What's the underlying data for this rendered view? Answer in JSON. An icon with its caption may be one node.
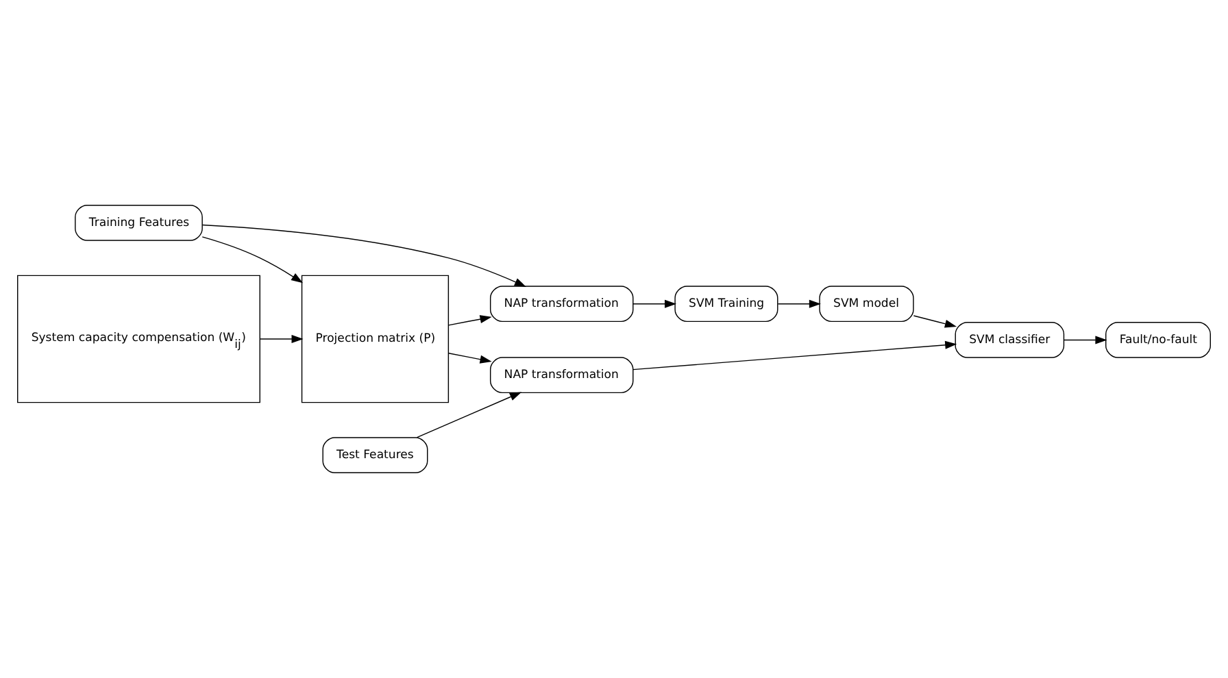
{
  "diagram": {
    "nodes": [
      {
        "text": [
          "System capacity compensation (W$_{ij}$)"
        ]
      },
      {
        "text": [
          "Projection matrix (P)"
        ]
      },
      {
        "text": [
          "Training Features"
        ]
      },
      {
        "text": [
          "NAP transformation"
        ]
      },
      {
        "text": [
          "SVM Training"
        ]
      },
      {
        "text": [
          "SVM model"
        ]
      },
      {
        "text": [
          "NAP transformation"
        ]
      },
      {
        "text": [
          "SVM classifier"
        ]
      },
      {
        "text": [
          "Test Features"
        ]
      },
      {
        "text": [
          "Fault/no-fault"
        ]
      }
    ],
    "edges": [
      {
        "from": 0,
        "to": 1,
        "arrow": "to"
      },
      {
        "from": 2,
        "to": 1,
        "arrow": "to"
      },
      {
        "from": 2,
        "to": 3,
        "arrow": "to"
      },
      {
        "from": 1,
        "to": 3,
        "arrow": "to"
      },
      {
        "from": 3,
        "to": 4,
        "arrow": "to"
      },
      {
        "from": 4,
        "to": 5,
        "arrow": "to"
      },
      {
        "from": 5,
        "to": 7,
        "arrow": "to"
      },
      {
        "from": 1,
        "to": 6,
        "arrow": "to"
      },
      {
        "from": 8,
        "to": 6,
        "arrow": "to"
      },
      {
        "from": 6,
        "to": 7,
        "arrow": "to"
      },
      {
        "from": 7,
        "to": 9,
        "arrow": "to"
      }
    ]
  }
}
